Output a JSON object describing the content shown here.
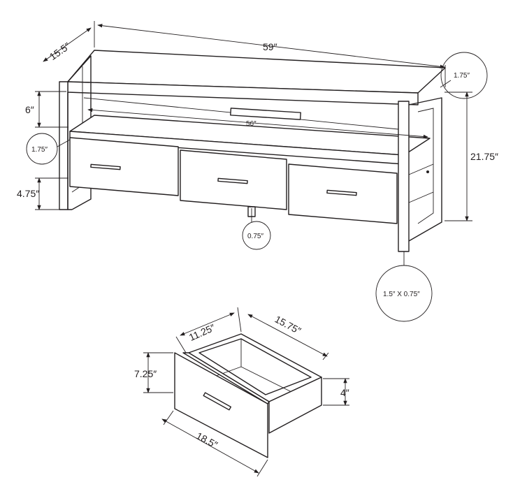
{
  "diagram": {
    "stand": {
      "depth": "15.5″",
      "width": "59″",
      "top_thickness": "1.75″",
      "shelf_gap": "6″",
      "inner_width": "56″",
      "shelf_thickness": "1.75″",
      "height": "21.75″",
      "drawer_height": "4.75″",
      "clearance": "0.75″",
      "leg_profile": "1.5″ X 0.75″"
    },
    "drawer": {
      "depth": "11.25″",
      "interior_length": "15.75″",
      "front_height": "7.25″",
      "box_height": "4″",
      "front_width": "18.5″"
    }
  }
}
